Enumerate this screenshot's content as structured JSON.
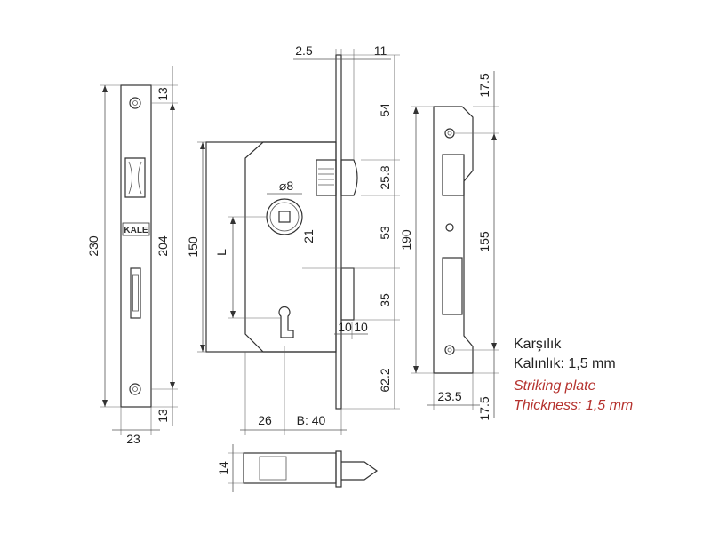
{
  "front_plate": {
    "height_total": "230",
    "height_inner": "204",
    "top_offset": "13",
    "bottom_offset": "13",
    "width": "23",
    "logo_text": "KALE"
  },
  "lock_body": {
    "faceplate_thickness": "2.5",
    "bolt_projection": "11",
    "body_height": "150",
    "backset_label": "L",
    "dim_21": "21",
    "spindle_symbol": "⌀8",
    "dim_54": "54",
    "dim_25_8": "25.8",
    "dim_53": "53",
    "dim_35": "35",
    "dim_62_2": "62.2",
    "latch_dim_a": "10",
    "latch_dim_b": "10",
    "dim_26": "26",
    "backset": "B: 40"
  },
  "bottom_view": {
    "thickness": "14"
  },
  "striking_plate": {
    "top_offset": "17.5",
    "bottom_offset": "17.5",
    "inner_height": "155",
    "total_height": "190",
    "width": "23.5"
  },
  "notes": {
    "tr_line1": "Karşılık",
    "tr_line2": "Kalınlık: 1,5 mm",
    "en_line1": "Striking plate",
    "en_line2": "Thickness: 1,5 mm"
  }
}
